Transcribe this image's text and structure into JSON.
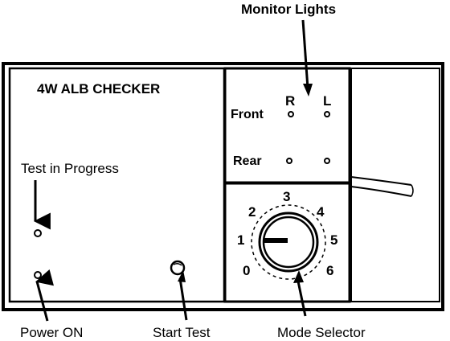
{
  "panel": {
    "title": "4W ALB CHECKER",
    "test_in_progress_label": "Test in Progress",
    "power_on_label": "Power ON",
    "start_test_label": "Start Test"
  },
  "monitor": {
    "callout_label": "Monitor Lights",
    "column_labels": [
      "R",
      "L"
    ],
    "row_labels": [
      "Front",
      "Rear"
    ]
  },
  "mode_selector": {
    "callout_label": "Mode Selector",
    "dial_numbers": [
      "0",
      "1",
      "2",
      "3",
      "4",
      "5",
      "6"
    ]
  }
}
